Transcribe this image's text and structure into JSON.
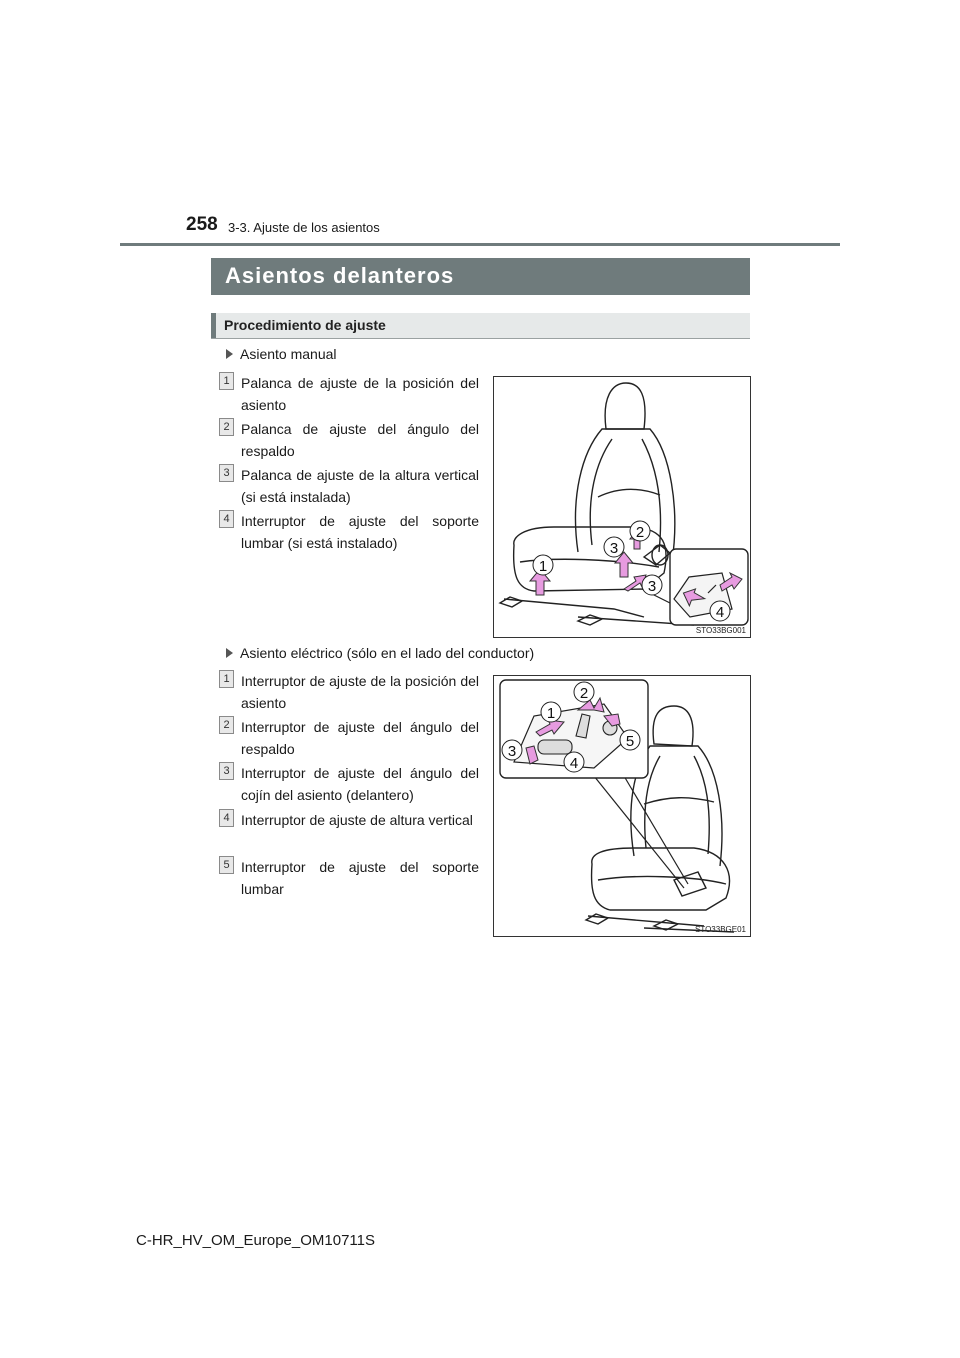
{
  "header": {
    "page_number": "258",
    "section": "3-3. Ajuste de los asientos"
  },
  "title": "Asientos delanteros",
  "subheading": "Procedimiento de ajuste",
  "manual": {
    "heading": "Asiento manual",
    "items": [
      {
        "num": "1",
        "text": "Palanca de ajuste de la posición del asiento"
      },
      {
        "num": "2",
        "text": "Palanca de ajuste del ángulo del respaldo"
      },
      {
        "num": "3",
        "text": "Palanca de ajuste de la altura vertical (si está instalada)"
      },
      {
        "num": "4",
        "text": "Interruptor de ajuste del soporte lumbar (si está instalado)"
      }
    ],
    "figure_code": "STO33BG001",
    "callouts": [
      "1",
      "2",
      "3",
      "3",
      "4"
    ]
  },
  "electric": {
    "heading": "Asiento eléctrico (sólo en el lado del conductor)",
    "items": [
      {
        "num": "1",
        "text": "Interruptor de ajuste de la posición del asiento"
      },
      {
        "num": "2",
        "text": "Interruptor de ajuste del ángulo del respaldo"
      },
      {
        "num": "3",
        "text": "Interruptor de ajuste del ángulo del cojín del asiento (delantero)"
      },
      {
        "num": "4",
        "text": "Interruptor de ajuste de altura vertical"
      },
      {
        "num": "5",
        "text": "Interruptor de ajuste del soporte lumbar"
      }
    ],
    "figure_code": "STO33BGE01",
    "callouts": [
      "1",
      "2",
      "3",
      "4",
      "5"
    ]
  },
  "footer": "C-HR_HV_OM_Europe_OM10711S",
  "colors": {
    "title_bar": "#6f7b7c",
    "subhead_bg": "#e6e9e9",
    "arrow_pink": "#e79be0"
  }
}
